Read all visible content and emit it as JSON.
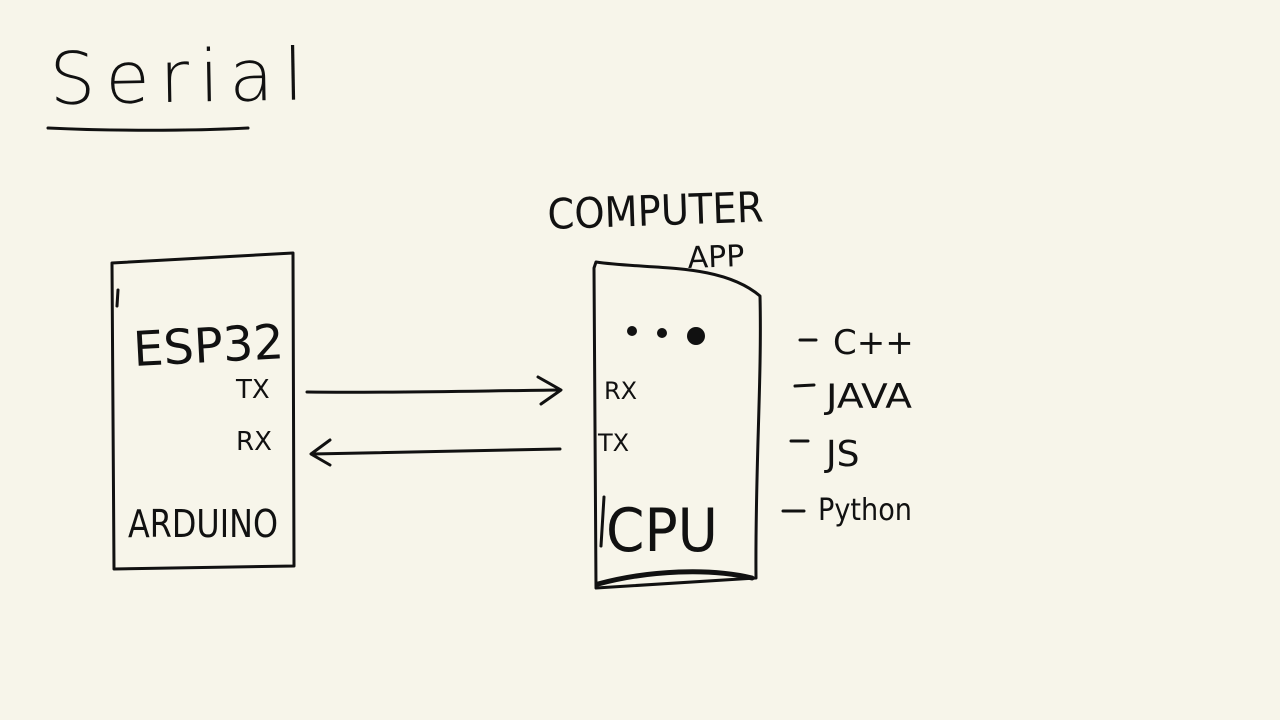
{
  "title": "Serial",
  "colors": {
    "background": "#f7f5ea",
    "ink": "#111111"
  },
  "left_device": {
    "name": "ESP32",
    "tx_label": "TX",
    "rx_label": "RX",
    "footer": "ARDUINO"
  },
  "right_device": {
    "heading_line1": "COMPUTER",
    "heading_line2": "APP",
    "rx_label": "RX",
    "tx_label": "TX",
    "footer": "CPU"
  },
  "languages": [
    "C++",
    "JAVA",
    "JS",
    "Python"
  ],
  "links": [
    {
      "from": "ESP32 TX",
      "to": "COMPUTER RX",
      "direction": "right"
    },
    {
      "from": "COMPUTER TX",
      "to": "ESP32 RX",
      "direction": "left"
    }
  ]
}
